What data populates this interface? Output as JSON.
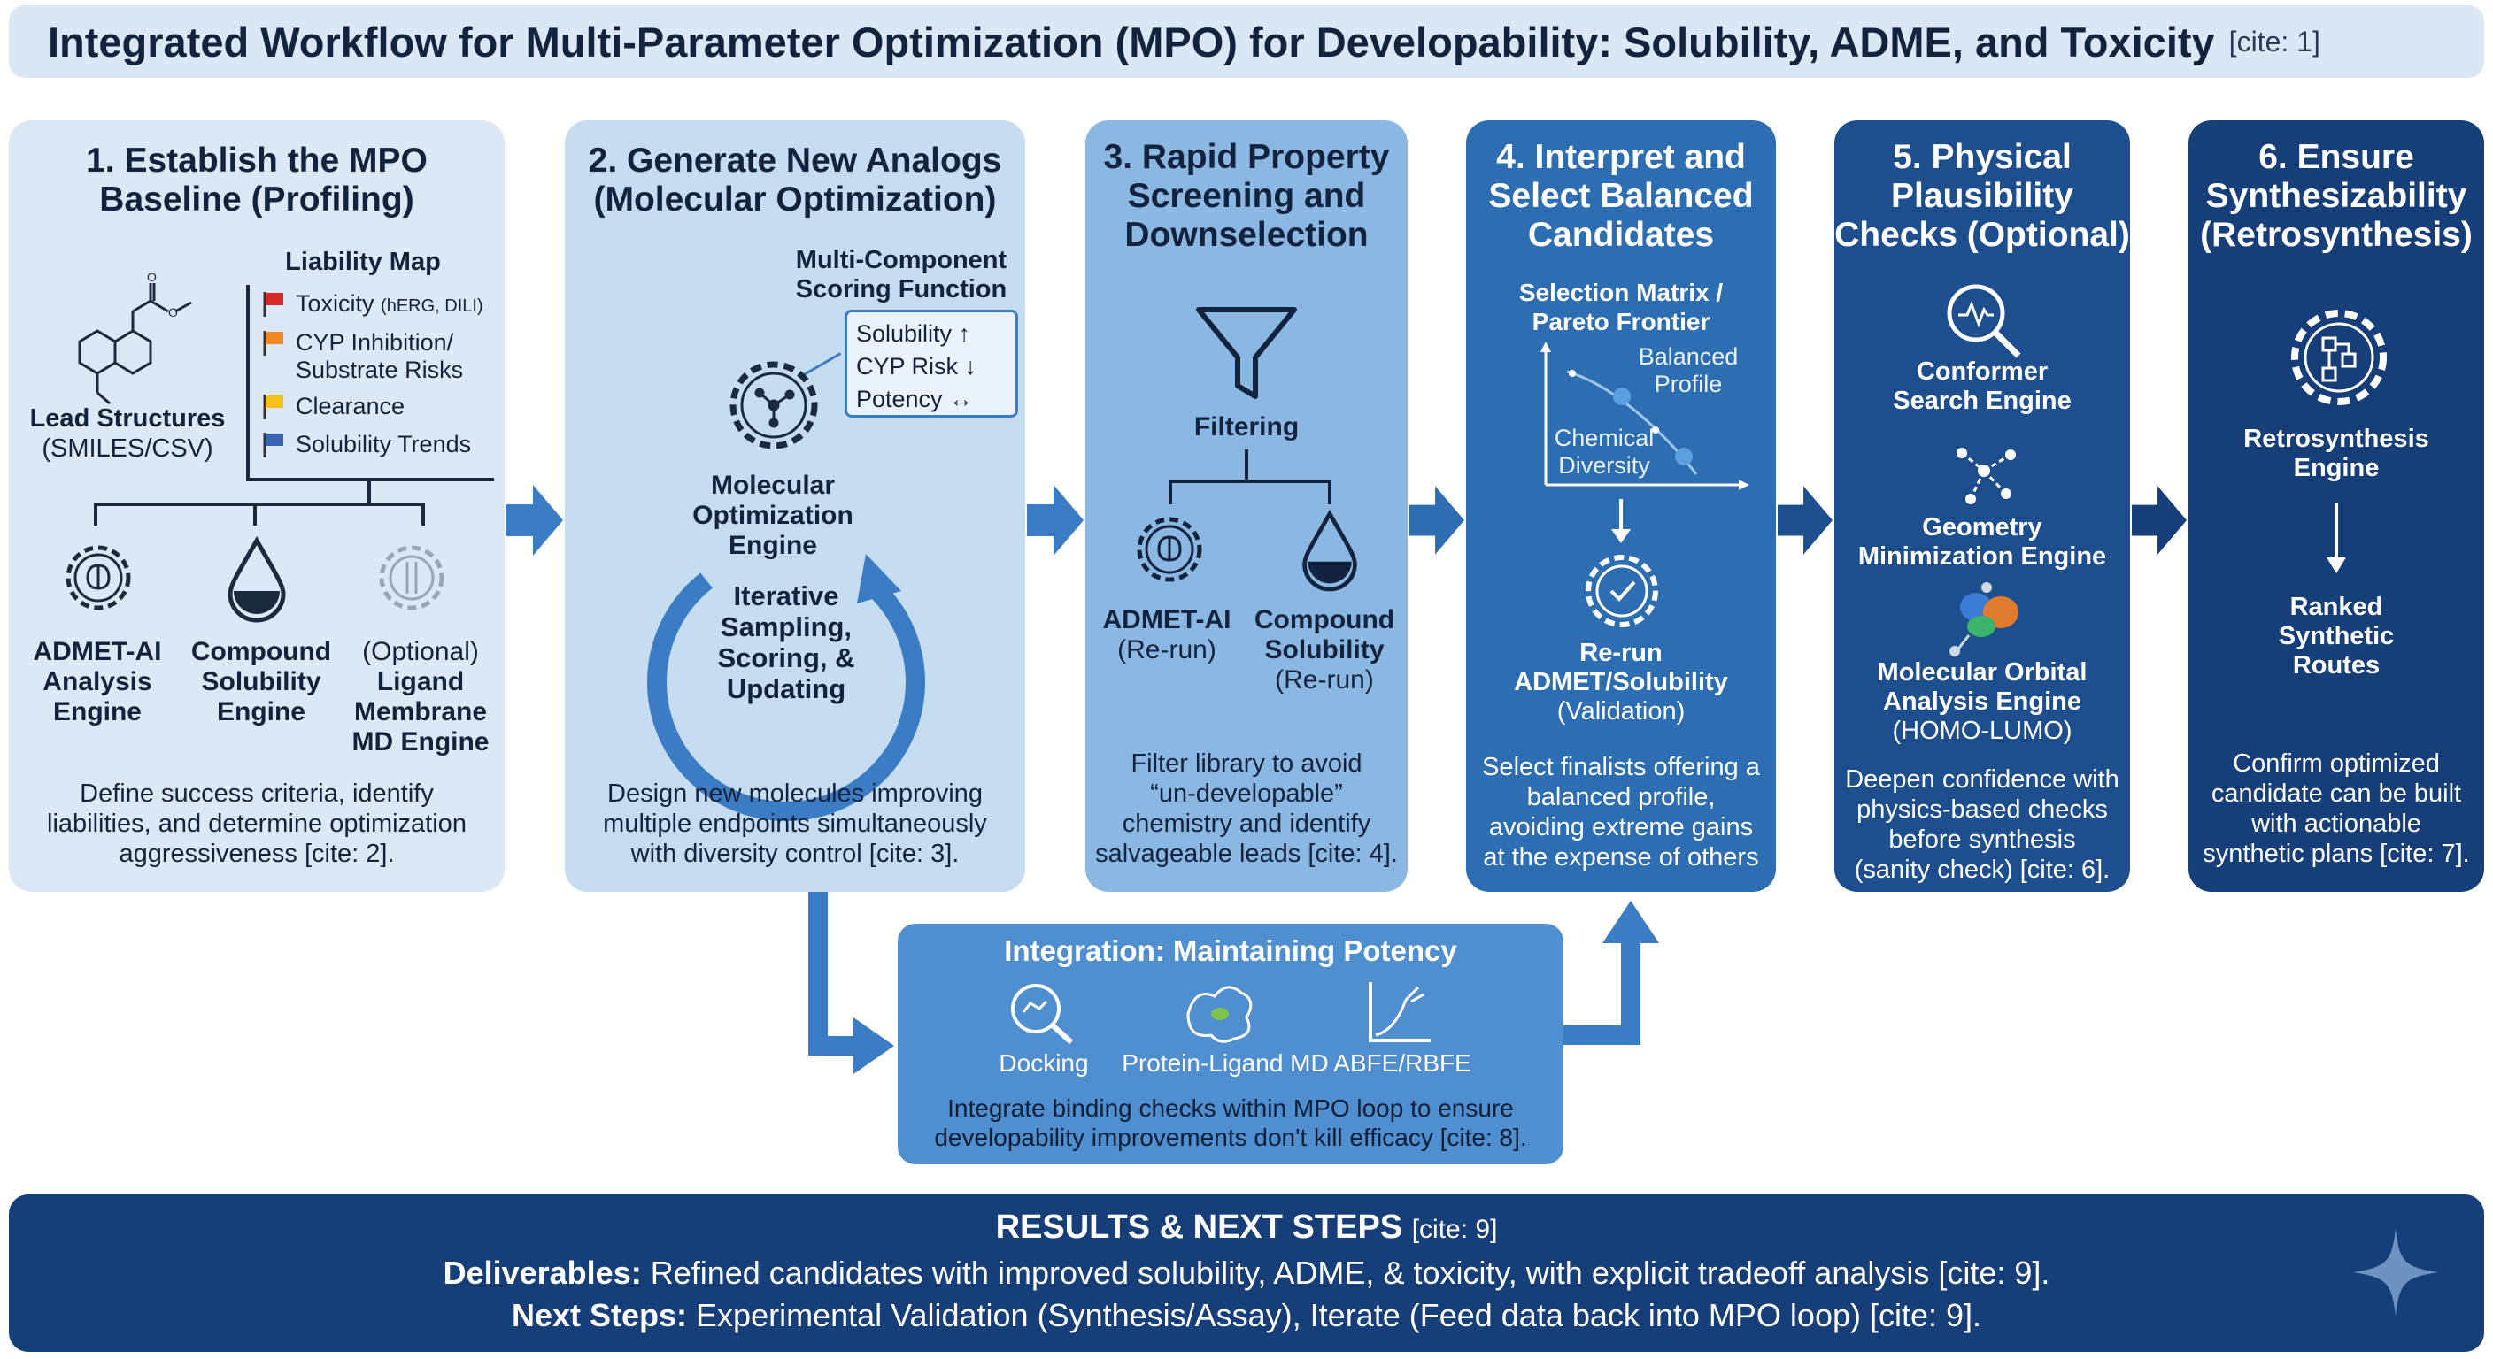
{
  "header": {
    "title": "Integrated Workflow for Multi-Parameter Optimization (MPO) for Developability: Solubility, ADME, and Toxicity",
    "cite": "[cite: 1]"
  },
  "step1": {
    "title_l1": "1. Establish the MPO",
    "title_l2": "Baseline (Profiling)",
    "liability_title": "Liability Map",
    "liabilities": [
      {
        "label": "Toxicity",
        "sub": "(hERG, DILI)",
        "color": "#d42a2a"
      },
      {
        "label": "CYP Inhibition/",
        "label2": "Substrate Risks",
        "color": "#f08a24"
      },
      {
        "label": "Clearance",
        "color": "#f2c21b"
      },
      {
        "label": "Solubility Trends",
        "color": "#3b64b0"
      }
    ],
    "lead_l1": "Lead Structures",
    "lead_l2": "(SMILES/CSV)",
    "engines": [
      {
        "l1": "ADMET-AI",
        "l2": "Analysis",
        "l3": "Engine"
      },
      {
        "l1": "Compound",
        "l2": "Solubility",
        "l3": "Engine"
      },
      {
        "l0": "(Optional)",
        "l1": "Ligand",
        "l2": "Membrane",
        "l3": "MD Engine"
      }
    ],
    "desc": [
      "Define success criteria, identify",
      "liabilities, and determine optimization",
      "aggressiveness [cite: 2]."
    ]
  },
  "step2": {
    "title_l1": "2. Generate New Analogs",
    "title_l2": "(Molecular Optimization)",
    "scoring_l1": "Multi-Component",
    "scoring_l2": "Scoring Function",
    "scores": [
      "Solubility ↑",
      "CYP Risk ↓",
      "Potency ↔"
    ],
    "engine": [
      "Molecular",
      "Optimization",
      "Engine"
    ],
    "loop": [
      "Iterative",
      "Sampling,",
      "Scoring, &",
      "Updating"
    ],
    "desc": [
      "Design new molecules improving",
      "multiple endpoints simultaneously",
      "with diversity control [cite: 3]."
    ]
  },
  "step3": {
    "title": [
      "3. Rapid Property",
      "Screening and",
      "Downselection"
    ],
    "filter": "Filtering",
    "left": [
      "ADMET-AI",
      "(Re-run)"
    ],
    "right": [
      "Compound",
      "Solubility",
      "(Re-run)"
    ],
    "desc": [
      "Filter library to avoid",
      "“un-developable”",
      "chemistry and identify",
      "salvageable leads [cite: 4]."
    ]
  },
  "step4": {
    "title": [
      "4. Interpret and",
      "Select Balanced",
      "Candidates"
    ],
    "matrix": [
      "Selection Matrix /",
      "Pareto Frontier"
    ],
    "balanced": [
      "Balanced",
      "Profile"
    ],
    "chem": [
      "Chemical",
      "Diversity"
    ],
    "rerun": [
      "Re-run",
      "ADMET/Solubility"
    ],
    "validation": "(Validation)",
    "desc": [
      "Select finalists offering a",
      "balanced profile,",
      "avoiding extreme gains",
      "at the expense of others"
    ]
  },
  "step5": {
    "title": [
      "5. Physical",
      "Plausibility",
      "Checks (Optional)"
    ],
    "conformer": [
      "Conformer",
      "Search Engine"
    ],
    "geometry": [
      "Geometry",
      "Minimization Engine"
    ],
    "orbital": [
      "Molecular Orbital",
      "Analysis Engine"
    ],
    "homo": "(HOMO-LUMO)",
    "desc": [
      "Deepen confidence with",
      "physics-based checks",
      "before synthesis",
      "(sanity check) [cite: 6]."
    ]
  },
  "step6": {
    "title": [
      "6. Ensure",
      "Synthesizability",
      "(Retrosynthesis)"
    ],
    "engine": [
      "Retrosynthesis",
      "Engine"
    ],
    "routes": [
      "Ranked",
      "Synthetic",
      "Routes"
    ],
    "desc": [
      "Confirm optimized",
      "candidate can be built",
      "with actionable",
      "synthetic plans [cite: 7]."
    ]
  },
  "integration": {
    "title": "Integration: Maintaining Potency",
    "tools": [
      "Docking",
      "Protein-Ligand MD",
      "ABFE/RBFE"
    ],
    "desc": [
      "Integrate binding checks within MPO loop to ensure",
      "developability improvements don't kill efficacy [cite: 8]."
    ]
  },
  "results": {
    "title": "RESULTS & NEXT STEPS",
    "title_cite": "[cite: 9]",
    "deliv_label": "Deliverables:",
    "deliv_text": "Refined candidates with improved solubility, ADME, & toxicity, with explicit tradeoff analysis [cite: 9].",
    "next_label": "Next Steps:",
    "next_text": "Experimental Validation (Synthesis/Assay), Iterate (Feed data back into MPO loop) [cite: 9]."
  },
  "colors": {
    "p1": "#dce8f5",
    "p2": "#c5dcf1",
    "p3": "#8ab8e2",
    "p4": "#2d6db2",
    "p5": "#1d4f8e",
    "p6": "#163e78",
    "results": "#163e78",
    "arrow": "#3b7dc4"
  }
}
